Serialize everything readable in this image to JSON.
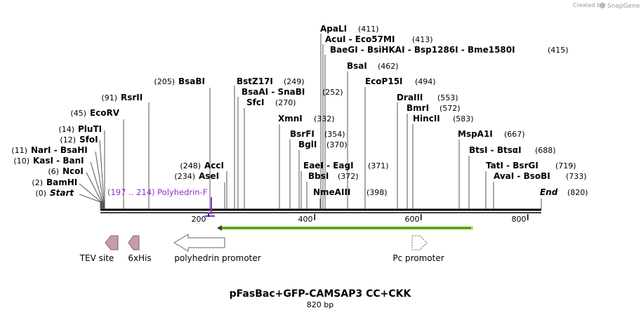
{
  "header": {
    "created_by": "Created by",
    "brand": "SnapGene"
  },
  "map": {
    "title": "pFasBac+GFP-CAMSAP3 CC+CKK",
    "length_label": "820 bp",
    "length": 820,
    "axis_ticks": [
      "200",
      "400",
      "600",
      "800"
    ],
    "axis_tick_values": [
      200,
      400,
      600,
      800
    ]
  },
  "sites": [
    {
      "name": "Start",
      "pos": "(0)",
      "side": "left",
      "italic": true
    },
    {
      "name": "BamHI",
      "pos": "(2)",
      "side": "left"
    },
    {
      "name": "NcoI",
      "pos": "(6)",
      "side": "left"
    },
    {
      "name": "KasI - BanI",
      "pos": "(10)",
      "side": "left"
    },
    {
      "name": "NarI - BsaHI",
      "pos": "(11)",
      "side": "left"
    },
    {
      "name": "SfoI",
      "pos": "(12)",
      "side": "left"
    },
    {
      "name": "PluTI",
      "pos": "(14)",
      "side": "left"
    },
    {
      "name": "EcoRV",
      "pos": "(45)",
      "side": "left"
    },
    {
      "name": "RsrII",
      "pos": "(91)",
      "side": "left"
    },
    {
      "name": "BsaBI",
      "pos": "(205)",
      "side": "left"
    },
    {
      "name": "AseI",
      "pos": "(234)",
      "side": "left"
    },
    {
      "name": "AccI",
      "pos": "(248)",
      "side": "left"
    },
    {
      "name": "BstZ17I",
      "pos": "(249)",
      "side": "right"
    },
    {
      "name": "BsaAI - SnaBI",
      "pos": "(252)",
      "side": "right"
    },
    {
      "name": "SfcI",
      "pos": "(270)",
      "side": "right"
    },
    {
      "name": "XmnI",
      "pos": "(332)",
      "side": "right"
    },
    {
      "name": "BsrFI",
      "pos": "(354)",
      "side": "right"
    },
    {
      "name": "BglI",
      "pos": "(370)",
      "side": "right"
    },
    {
      "name": "EaeI - EagI",
      "pos": "(371)",
      "side": "right"
    },
    {
      "name": "BbsI",
      "pos": "(372)",
      "side": "right"
    },
    {
      "name": "NmeAIII",
      "pos": "(398)",
      "side": "right"
    },
    {
      "name": "ApaLI",
      "pos": "(411)",
      "side": "right"
    },
    {
      "name": "AcuI - Eco57MI",
      "pos": "(413)",
      "side": "right"
    },
    {
      "name": "BaeGI - BsiHKAI - Bsp1286I - Bme1580I",
      "pos": "(415)",
      "side": "right"
    },
    {
      "name": "BsaI",
      "pos": "(462)",
      "side": "right"
    },
    {
      "name": "EcoP15I",
      "pos": "(494)",
      "side": "right"
    },
    {
      "name": "DraIII",
      "pos": "(553)",
      "side": "right"
    },
    {
      "name": "BmrI",
      "pos": "(572)",
      "side": "right"
    },
    {
      "name": "HincII",
      "pos": "(583)",
      "side": "right"
    },
    {
      "name": "MspA1I",
      "pos": "(667)",
      "side": "right"
    },
    {
      "name": "BtsI - BtsαI",
      "pos": "(688)",
      "side": "right"
    },
    {
      "name": "TatI - BsrGI",
      "pos": "(719)",
      "side": "right"
    },
    {
      "name": "AvaI - BsoBI",
      "pos": "(733)",
      "side": "right"
    },
    {
      "name": "End",
      "pos": "(820)",
      "side": "right",
      "italic": true
    }
  ],
  "primer": {
    "label": "(197 .. 214)  Polyhedrin-F",
    "color": "#8e2ecf"
  },
  "features": [
    {
      "label": "TEV site",
      "color": "#c79bb0",
      "direction": "left"
    },
    {
      "label": "6xHis",
      "color": "#c79bb0",
      "direction": "left"
    },
    {
      "label": "polyhedrin promoter",
      "color": "#ffffff",
      "direction": "left"
    },
    {
      "label": "Pc promoter",
      "color": "#ffffff",
      "direction": "right"
    }
  ],
  "orf": {
    "color": "#7ed321",
    "direction": "left"
  },
  "colors": {
    "backbone": "#000000",
    "leader": "#555555",
    "feature_outline": "#777777"
  }
}
